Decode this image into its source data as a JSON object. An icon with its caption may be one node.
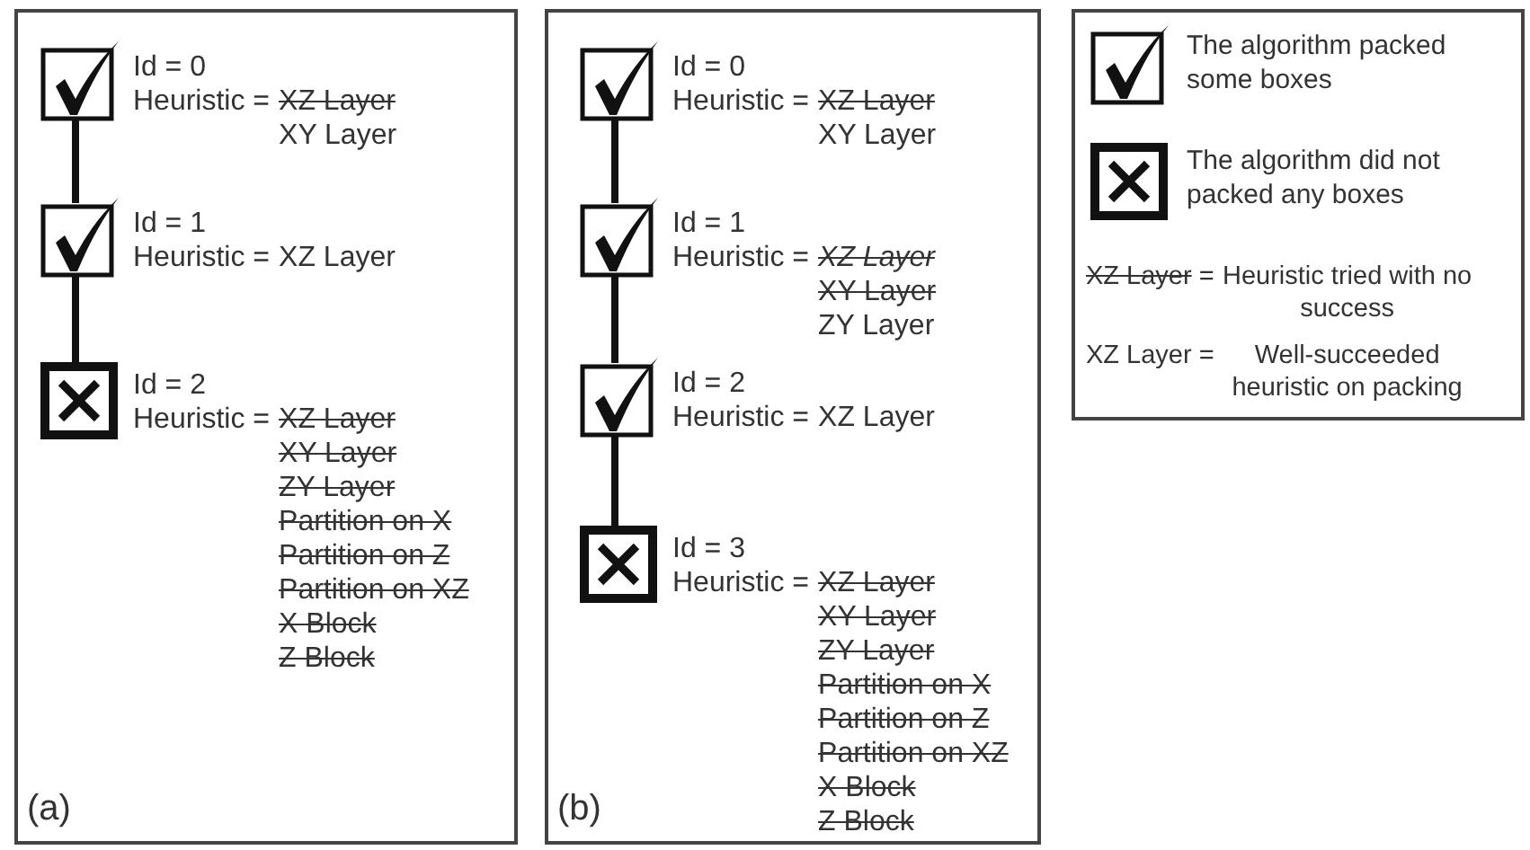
{
  "diagram": {
    "nodes": [
      {
        "text": [
          "(a)"
        ]
      },
      {
        "text": [],
        "shape": "check",
        "in": 0,
        "beside": [
          "Id = 0",
          "Heuristic =",
          "XZ Layer",
          "XY Layer"
        ]
      },
      {
        "text": [],
        "shape": "check",
        "in": 0,
        "beside": [
          "Id = 1",
          "Heuristic =",
          "XZ Layer"
        ]
      },
      {
        "text": [],
        "shape": "cross",
        "in": 0,
        "beside": [
          "Id = 2",
          "Heuristic =",
          "XZ Layer",
          "XY Layer",
          "ZY Layer",
          "Partition on X",
          "Partition on Z",
          "Partition on XZ",
          "X Block",
          "Z Block"
        ]
      },
      {
        "text": [
          "(b)"
        ]
      },
      {
        "text": [],
        "shape": "check",
        "in": 4,
        "beside": [
          "Id = 0",
          "Heuristic =",
          "XZ Layer",
          "XY Layer"
        ]
      },
      {
        "text": [],
        "shape": "check",
        "in": 4,
        "beside": [
          "Id = 1",
          "Heuristic =",
          "XZ Layer",
          "XY Layer",
          "ZY Layer"
        ]
      },
      {
        "text": [],
        "shape": "check",
        "in": 4,
        "beside": [
          "Id = 2",
          "Heuristic =",
          "XZ Layer"
        ]
      },
      {
        "text": [],
        "shape": "cross",
        "in": 4,
        "beside": [
          "Id = 3",
          "Heuristic =",
          "XZ Layer",
          "XY Layer",
          "ZY Layer",
          "Partition on X",
          "Partition on Z",
          "Partition on XZ",
          "X Block",
          "Z Block"
        ]
      }
    ],
    "edges": [
      {
        "from": 1,
        "to": 2,
        "arrow": "none"
      },
      {
        "from": 2,
        "to": 3,
        "arrow": "none"
      },
      {
        "from": 5,
        "to": 6,
        "arrow": "none"
      },
      {
        "from": 6,
        "to": 7,
        "arrow": "none"
      },
      {
        "from": 7,
        "to": 8,
        "arrow": "none"
      }
    ],
    "labels": [
      "XZ Layer",
      "=",
      "XZ Layer",
      "="
    ],
    "legend": [
      {
        "text": "The algorithm packed some boxes"
      },
      {
        "text": "The algorithm did not packed any boxes"
      },
      {
        "text": "Heuristic tried with no success"
      },
      {
        "text": "Well-succeeded heuristic on packing"
      }
    ]
  }
}
